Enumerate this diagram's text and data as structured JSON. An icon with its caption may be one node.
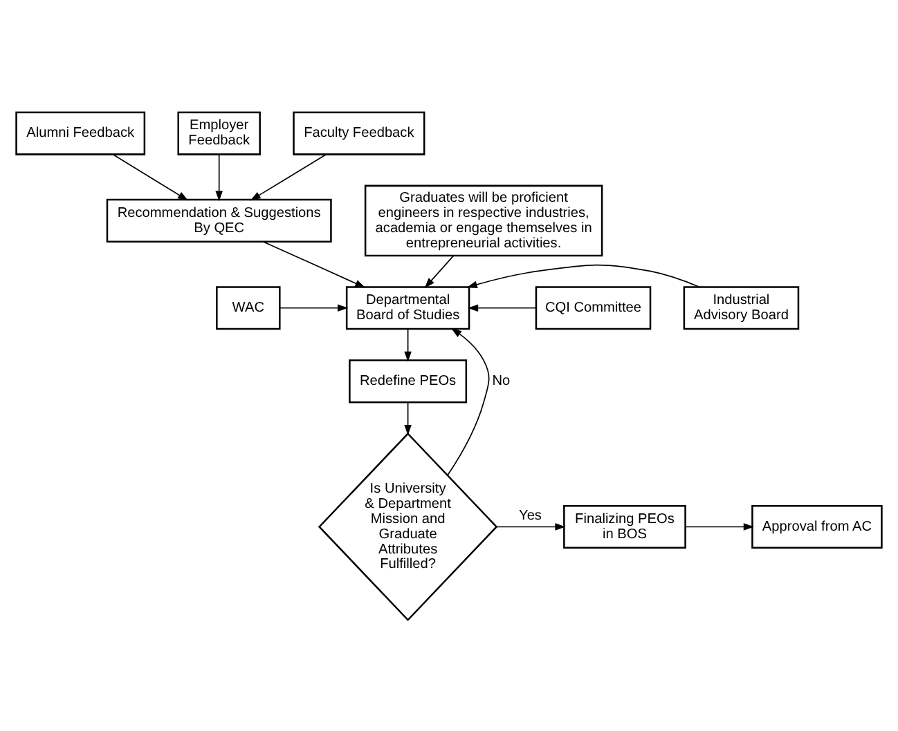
{
  "diagram": {
    "nodes": [
      {
        "text": [
          "Alumni Feedback"
        ]
      },
      {
        "text": [
          "Employer Feedback"
        ]
      },
      {
        "text": [
          "Faculty Feedback"
        ]
      },
      {
        "text": [
          "Recommendation & Suggestions By QEC"
        ]
      },
      {
        "text": [
          "Graduates will be proficient engineers in respective industries, academia or engage themselves in entrepreneurial activities."
        ]
      },
      {
        "text": [
          "WAC"
        ]
      },
      {
        "text": [
          "Departmental Board of Studies"
        ]
      },
      {
        "text": [
          "CQI Committee"
        ]
      },
      {
        "text": [
          "Industrial Advisory Board"
        ]
      },
      {
        "text": [
          "Redefine PEOs"
        ]
      },
      {
        "text": [
          "Is University & Department Mission and Graduate Attributes Fulfilled?"
        ]
      },
      {
        "text": [
          "Finalizing PEOs in BOS"
        ]
      },
      {
        "text": [
          "Approval from AC"
        ]
      }
    ],
    "edges": [
      {
        "from": 0,
        "to": 3,
        "arrow": "to"
      },
      {
        "from": 1,
        "to": 3,
        "arrow": "to"
      },
      {
        "from": 2,
        "to": 3,
        "arrow": "to"
      },
      {
        "from": 3,
        "to": 6,
        "arrow": "to"
      },
      {
        "from": 4,
        "to": 6,
        "arrow": "to"
      },
      {
        "from": 5,
        "to": 6,
        "arrow": "to"
      },
      {
        "from": 7,
        "to": 6,
        "arrow": "to"
      },
      {
        "from": 8,
        "to": 6,
        "arrow": "to"
      },
      {
        "from": 6,
        "to": 9,
        "arrow": "to"
      },
      {
        "from": 9,
        "to": 10,
        "arrow": "to"
      },
      {
        "from": 10,
        "to": 6,
        "arrow": "to",
        "label": "No"
      },
      {
        "from": 10,
        "to": 11,
        "arrow": "to",
        "label": "Yes"
      },
      {
        "from": 11,
        "to": 12,
        "arrow": "to"
      }
    ]
  }
}
